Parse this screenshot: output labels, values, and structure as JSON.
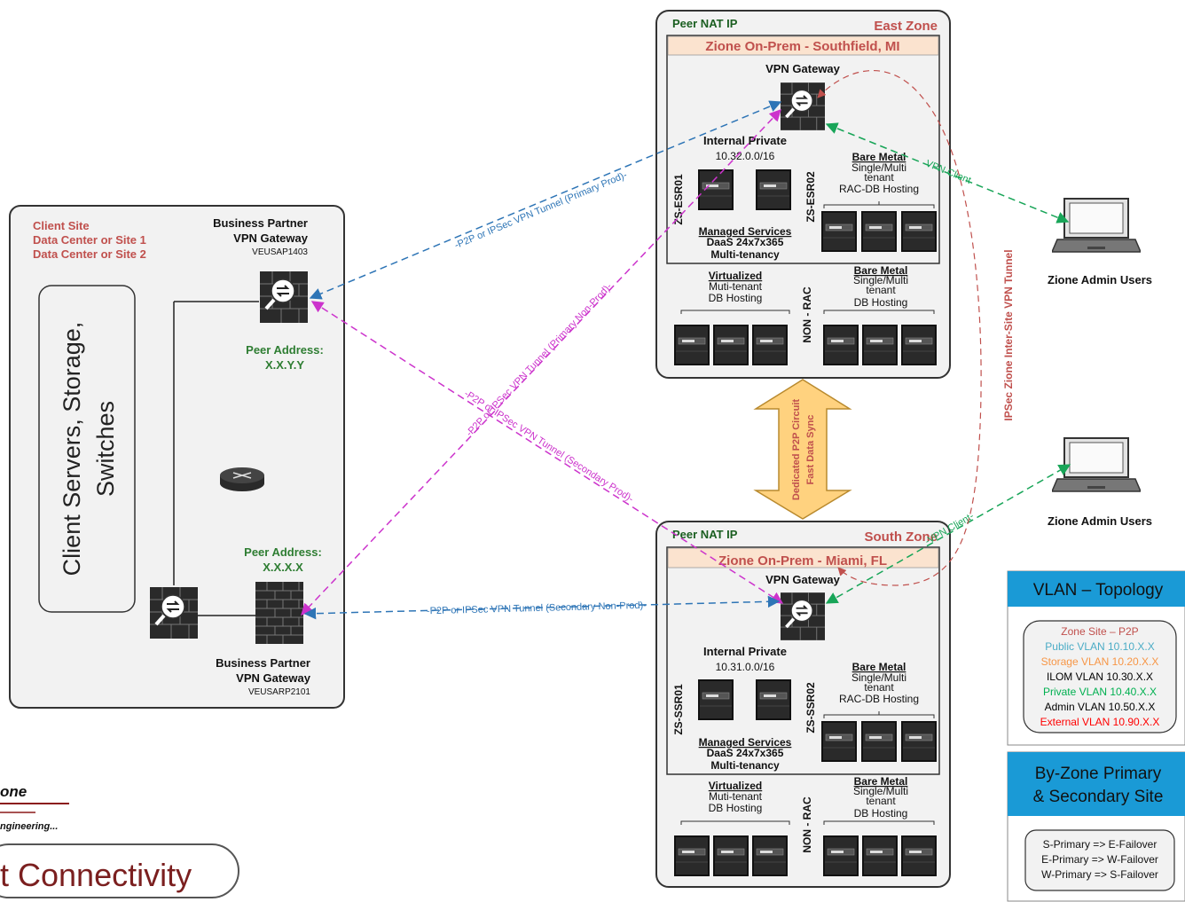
{
  "client_site": {
    "lines": [
      "Client Site",
      "Data Center or Site 1",
      "Data Center or Site 2"
    ],
    "servers_box": [
      "Client Servers, Storage,",
      "Switches"
    ],
    "bp_primary": {
      "title1": "Business Partner",
      "title2": "VPN Gateway",
      "id": "VEUSAP1403",
      "peer_label": "Peer Address:",
      "peer_value": "X.X.Y.Y"
    },
    "bp_secondary": {
      "title1": "Business Partner",
      "title2": "VPN Gateway",
      "id": "VEUSARP2101",
      "peer_label": "Peer Address:",
      "peer_value": "X.X.X.X"
    }
  },
  "east": {
    "peer_nat": "Peer NAT IP",
    "zone": "East Zone",
    "site": "Zione On-Prem - Southfield, MI",
    "gateway": "VPN Gateway",
    "internal_title": "Internal Private",
    "internal_net": "10.32.0.0/16",
    "sr_left": "ZS-ESR01",
    "sr_right": "ZS-ESR02",
    "bare_metal": [
      "Bare Metal",
      "Single/Multi",
      "tenant",
      "RAC-DB Hosting"
    ],
    "managed": [
      "Managed Services",
      "DaaS 24x7x365",
      "Multi-tenancy"
    ],
    "virtualized": [
      "Virtualized",
      "Muti-tenant",
      "DB Hosting"
    ],
    "bare_metal2": [
      "Bare Metal",
      "Single/Multi",
      "tenant",
      "DB Hosting"
    ],
    "non_rac": "NON - RAC"
  },
  "south": {
    "peer_nat": "Peer NAT IP",
    "zone": "South Zone",
    "site": "Zione On-Prem - Miami, FL",
    "gateway": "VPN Gateway",
    "internal_title": "Internal Private",
    "internal_net": "10.31.0.0/16",
    "sr_left": "ZS-SSR01",
    "sr_right": "ZS-SSR02",
    "bare_metal": [
      "Bare Metal",
      "Single/Multi",
      "tenant",
      "RAC-DB Hosting"
    ],
    "managed": [
      "Managed Services",
      "DaaS 24x7x365",
      "Multi-tenancy"
    ],
    "virtualized": [
      "Virtualized",
      "Muti-tenant",
      "DB Hosting"
    ],
    "bare_metal2": [
      "Bare Metal",
      "Single/Multi",
      "tenant",
      "DB Hosting"
    ],
    "non_rac": "NON - RAC"
  },
  "circuit": [
    "Dedicated P2P Circuit",
    "Fast Data Sync"
  ],
  "tunnels": {
    "primary_prod": "-P2P or IPSec VPN Tunnel (Primary Prod)-",
    "primary_nonprod": "-P2P or IPSec VPN Tunnel (Primary Non-Prod)-",
    "secondary_prod": "-P2P or IPSec VPN Tunnel (Secondary Prod)-",
    "secondary_nonprod": "-P2P or IPSec VPN Tunnel (Secondary Non-Prod)-",
    "vpn_client_east": "VPN Client",
    "vpn_client_south": "-VPN Client-",
    "inter_site": "IPSec Zione Inter-Site VPN Tunnel"
  },
  "admin_users": [
    "Zione Admin Users",
    "Zione Admin Users"
  ],
  "vlan": {
    "title": "VLAN – Topology",
    "rows": [
      {
        "text": "Zone Site – P2P",
        "color": "#c0504d"
      },
      {
        "text": "Public VLAN 10.10.X.X",
        "color": "#4bacc6"
      },
      {
        "text": "Storage VLAN 10.20.X.X",
        "color": "#f79646"
      },
      {
        "text": "ILOM VLAN 10.30.X.X",
        "color": "#000000"
      },
      {
        "text": "Private VLAN 10.40.X.X",
        "color": "#00b050"
      },
      {
        "text": "Admin VLAN 10.50.X.X",
        "color": "#000000"
      },
      {
        "text": "External VLAN 10.90.X.X",
        "color": "#ff0000"
      }
    ]
  },
  "byzone": {
    "title1": "By-Zone Primary",
    "title2": "& Secondary Site",
    "rows": [
      "S-Primary => E-Failover",
      "E-Primary => W-Failover",
      "W-Primary => S-Failover"
    ]
  },
  "logo": {
    "name": "one",
    "tagline": "ngineering...",
    "connectivity": "t Connectivity"
  },
  "colors": {
    "accent_red": "#c0504d",
    "zone_red": "#c0504d",
    "green": "#2e7d32",
    "blue_tunnel": "#2e75b6",
    "magenta_tunnel": "#cc33cc",
    "vlan_header": "#1a9ad6",
    "circuit_fill": "#ffd27f"
  }
}
